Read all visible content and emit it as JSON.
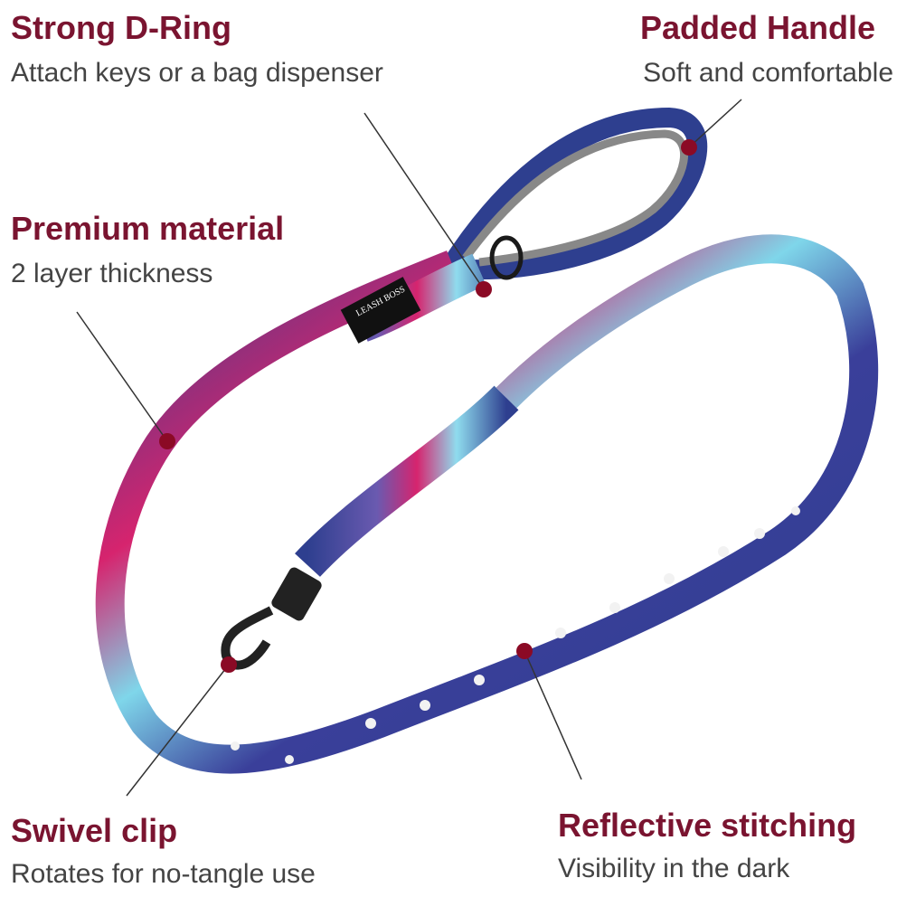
{
  "features": [
    {
      "title": "Strong D-Ring",
      "subtitle": "Attach keys or a bag dispenser"
    },
    {
      "title": "Padded Handle",
      "subtitle": "Soft and comfortable"
    },
    {
      "title": "Premium material",
      "subtitle": "2 layer thickness"
    },
    {
      "title": "Swivel clip",
      "subtitle": "Rotates for no-tangle use"
    },
    {
      "title": "Reflective stitching",
      "subtitle": "Visibility in the dark"
    }
  ],
  "brand_label": "LEASH BOSS",
  "colors": {
    "title": "#7a1430",
    "subtitle": "#444444",
    "marker": "#8b0a25",
    "leash_blue": "#2e3f8f",
    "leash_pink": "#d6246e",
    "leash_cyan": "#7fd6ea",
    "handle_padding": "#888888"
  }
}
